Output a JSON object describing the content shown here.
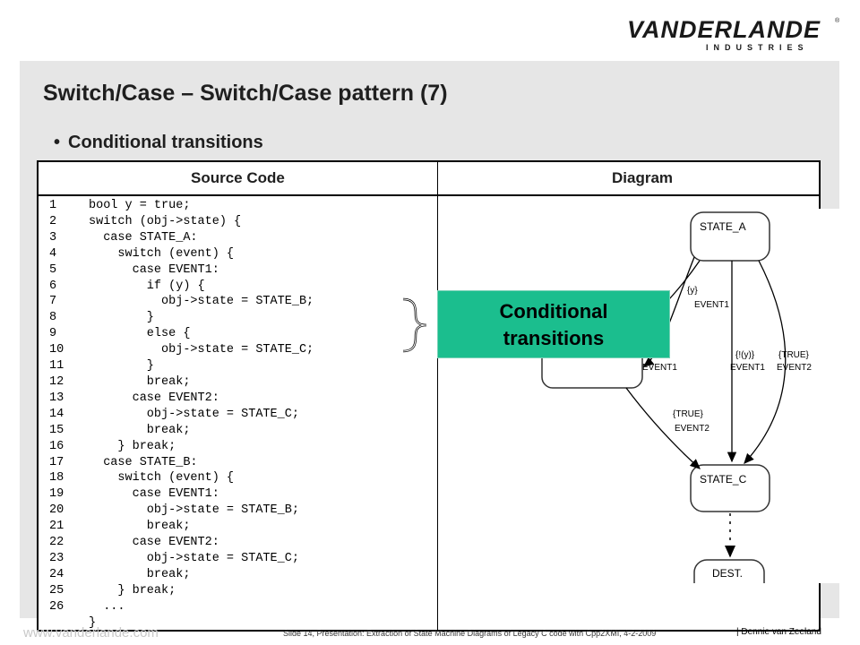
{
  "logo": {
    "wordmark": "VANDERLANDE",
    "subtitle": "INDUSTRIES",
    "registered": "®"
  },
  "slide": {
    "title": "Switch/Case – Switch/Case pattern (7)",
    "bullet": "Conditional transitions"
  },
  "table": {
    "col1_header": "Source Code",
    "col2_header": "Diagram",
    "code_lines": [
      {
        "num": "1",
        "text": "bool y = true;"
      },
      {
        "num": "2",
        "text": "switch (obj->state) {"
      },
      {
        "num": "3",
        "text": "  case STATE_A:"
      },
      {
        "num": "4",
        "text": "    switch (event) {"
      },
      {
        "num": "5",
        "text": "      case EVENT1:"
      },
      {
        "num": "6",
        "text": "        if (y) {"
      },
      {
        "num": "7",
        "text": "          obj->state = STATE_B;"
      },
      {
        "num": "8",
        "text": "        }"
      },
      {
        "num": "9",
        "text": "        else {"
      },
      {
        "num": "10",
        "text": "          obj->state = STATE_C;"
      },
      {
        "num": "11",
        "text": "        }"
      },
      {
        "num": "12",
        "text": "        break;"
      },
      {
        "num": "13",
        "text": "      case EVENT2:"
      },
      {
        "num": "14",
        "text": "        obj->state = STATE_C;"
      },
      {
        "num": "15",
        "text": "        break;"
      },
      {
        "num": "16",
        "text": "    } break;"
      },
      {
        "num": "17",
        "text": "  case STATE_B:"
      },
      {
        "num": "18",
        "text": "    switch (event) {"
      },
      {
        "num": "19",
        "text": "      case EVENT1:"
      },
      {
        "num": "20",
        "text": "        obj->state = STATE_B;"
      },
      {
        "num": "21",
        "text": "        break;"
      },
      {
        "num": "22",
        "text": "      case EVENT2:"
      },
      {
        "num": "23",
        "text": "        obj->state = STATE_C;"
      },
      {
        "num": "24",
        "text": "        break;"
      },
      {
        "num": "25",
        "text": "    } break;"
      },
      {
        "num": "26",
        "text": "  ..."
      },
      {
        "num": "",
        "text": "}"
      }
    ]
  },
  "diagram": {
    "state_a": "STATE_A",
    "state_c": "STATE_C",
    "dest": "DEST.",
    "label_y_guard": "{y}",
    "label_y_event": "EVENT1",
    "label_ny_event": "EVENT1",
    "label_notny_guard": "{!(y)}",
    "label_notny_event": "EVENT1",
    "label_true1_guard": "{TRUE}",
    "label_true1_event": "EVENT2",
    "label_true2_guard": "{TRUE}",
    "label_true2_event": "EVENT2"
  },
  "callout": {
    "line1": "Conditional",
    "line2": "transitions",
    "color": "#1bbe8e"
  },
  "footer": {
    "url": "www.vanderlande.com",
    "text": "Slide 14, Presentation: Extraction of State Machine Diagrams of Legacy C code with Cpp2XMI, 4-2-2009",
    "author": "| Dennie van Zeeland"
  }
}
